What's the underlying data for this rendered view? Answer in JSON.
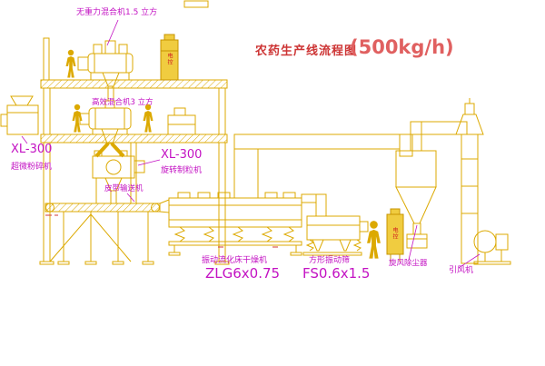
{
  "title": {
    "text": "农药生产线流程图",
    "capacity": "(500kg/h)"
  },
  "labels": {
    "top_mixer": "无重力混合机1.5 立方",
    "mixer2": "高效混合机3 立方",
    "xl_left_model": "XL-300",
    "xl_left_name": "超微粉碎机",
    "xl_center_model": "XL-300",
    "xl_center_name": "旋转制粒机",
    "belt": "皮带输送机",
    "dryer_name": "振动流化床干燥机",
    "dryer_model": "ZLG6x0.75",
    "screen_name": "方形振动筛",
    "screen_model": "FS0.6x1.5",
    "cyclone": "旋风除尘器",
    "fan": "引风机",
    "cabinet_upper": "电控",
    "cabinet_lower": "电控"
  },
  "colors": {
    "line": "#DCA900",
    "label": "#C312C3",
    "title": "#CD3535",
    "title_capacity": "#E06060",
    "cabinet_text": "#D02020"
  }
}
